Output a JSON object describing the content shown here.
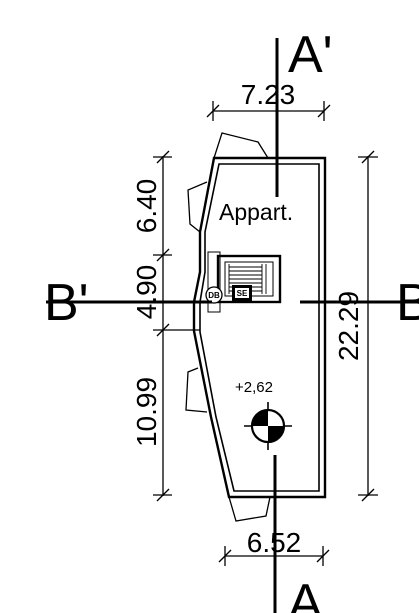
{
  "drawing": {
    "section_marks": {
      "a_prime": "A'",
      "a": "A",
      "b_prime": "B'",
      "b": "B"
    },
    "dimensions": {
      "top_width": "7.23",
      "bottom_width": "6.52",
      "left_upper": "6.40",
      "left_middle": "4.90",
      "left_lower": "10.99",
      "right_overall": "22.29"
    },
    "room_label": "Appart.",
    "level_mark": "+2,62",
    "stair_tags": [
      "DB",
      "SE"
    ]
  }
}
